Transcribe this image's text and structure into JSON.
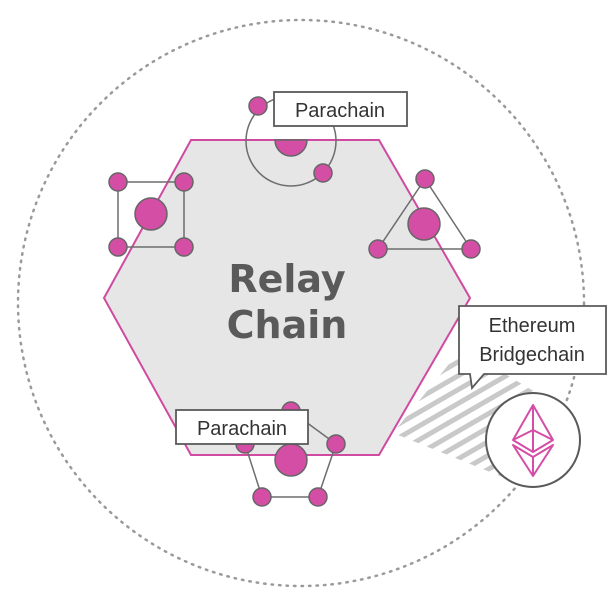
{
  "diagram": {
    "center_label": {
      "line1": "Relay",
      "line2": "Chain"
    },
    "callouts": {
      "parachain_top": "Parachain",
      "parachain_bottom": "Parachain",
      "bridge_line1": "Ethereum",
      "bridge_line2": "Bridgechain"
    },
    "icons": {
      "bridge_logo": "ethereum-icon"
    },
    "colors": {
      "accent": "#d44ea6",
      "hexagon_fill": "#e6e6e6",
      "hexagon_stroke": "#cf4aa0",
      "line": "#6d6d6d",
      "text": "#5a5a5a"
    }
  }
}
